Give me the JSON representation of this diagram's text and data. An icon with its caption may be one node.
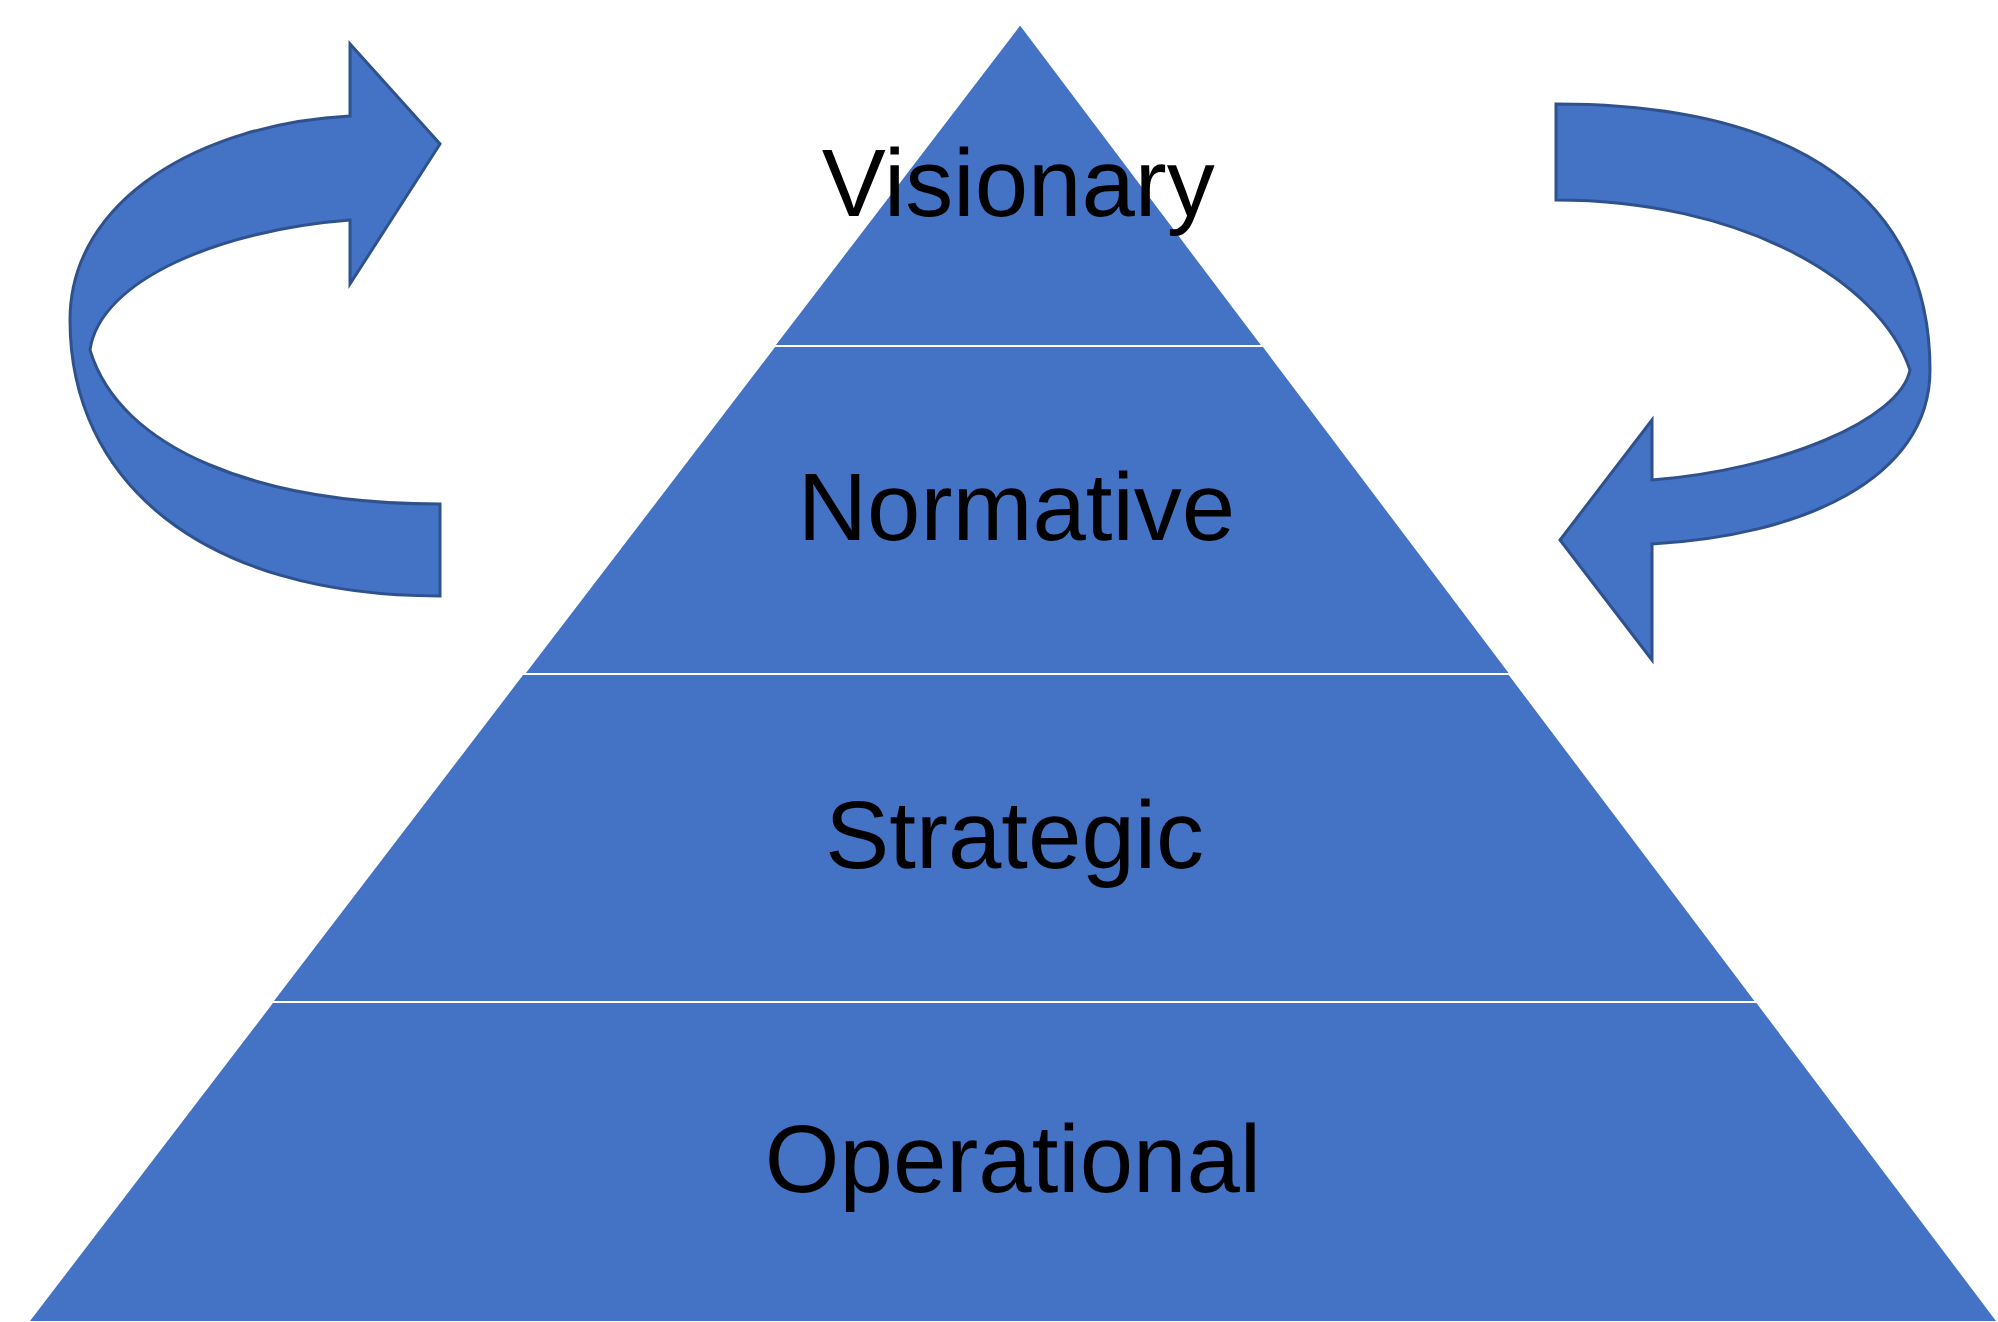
{
  "diagram": {
    "nodes": [
      {
        "text": [
          "Visionary"
        ]
      },
      {
        "text": [
          "Normative"
        ]
      },
      {
        "text": [
          "Strategic"
        ]
      },
      {
        "text": [
          "Operational"
        ]
      }
    ]
  }
}
